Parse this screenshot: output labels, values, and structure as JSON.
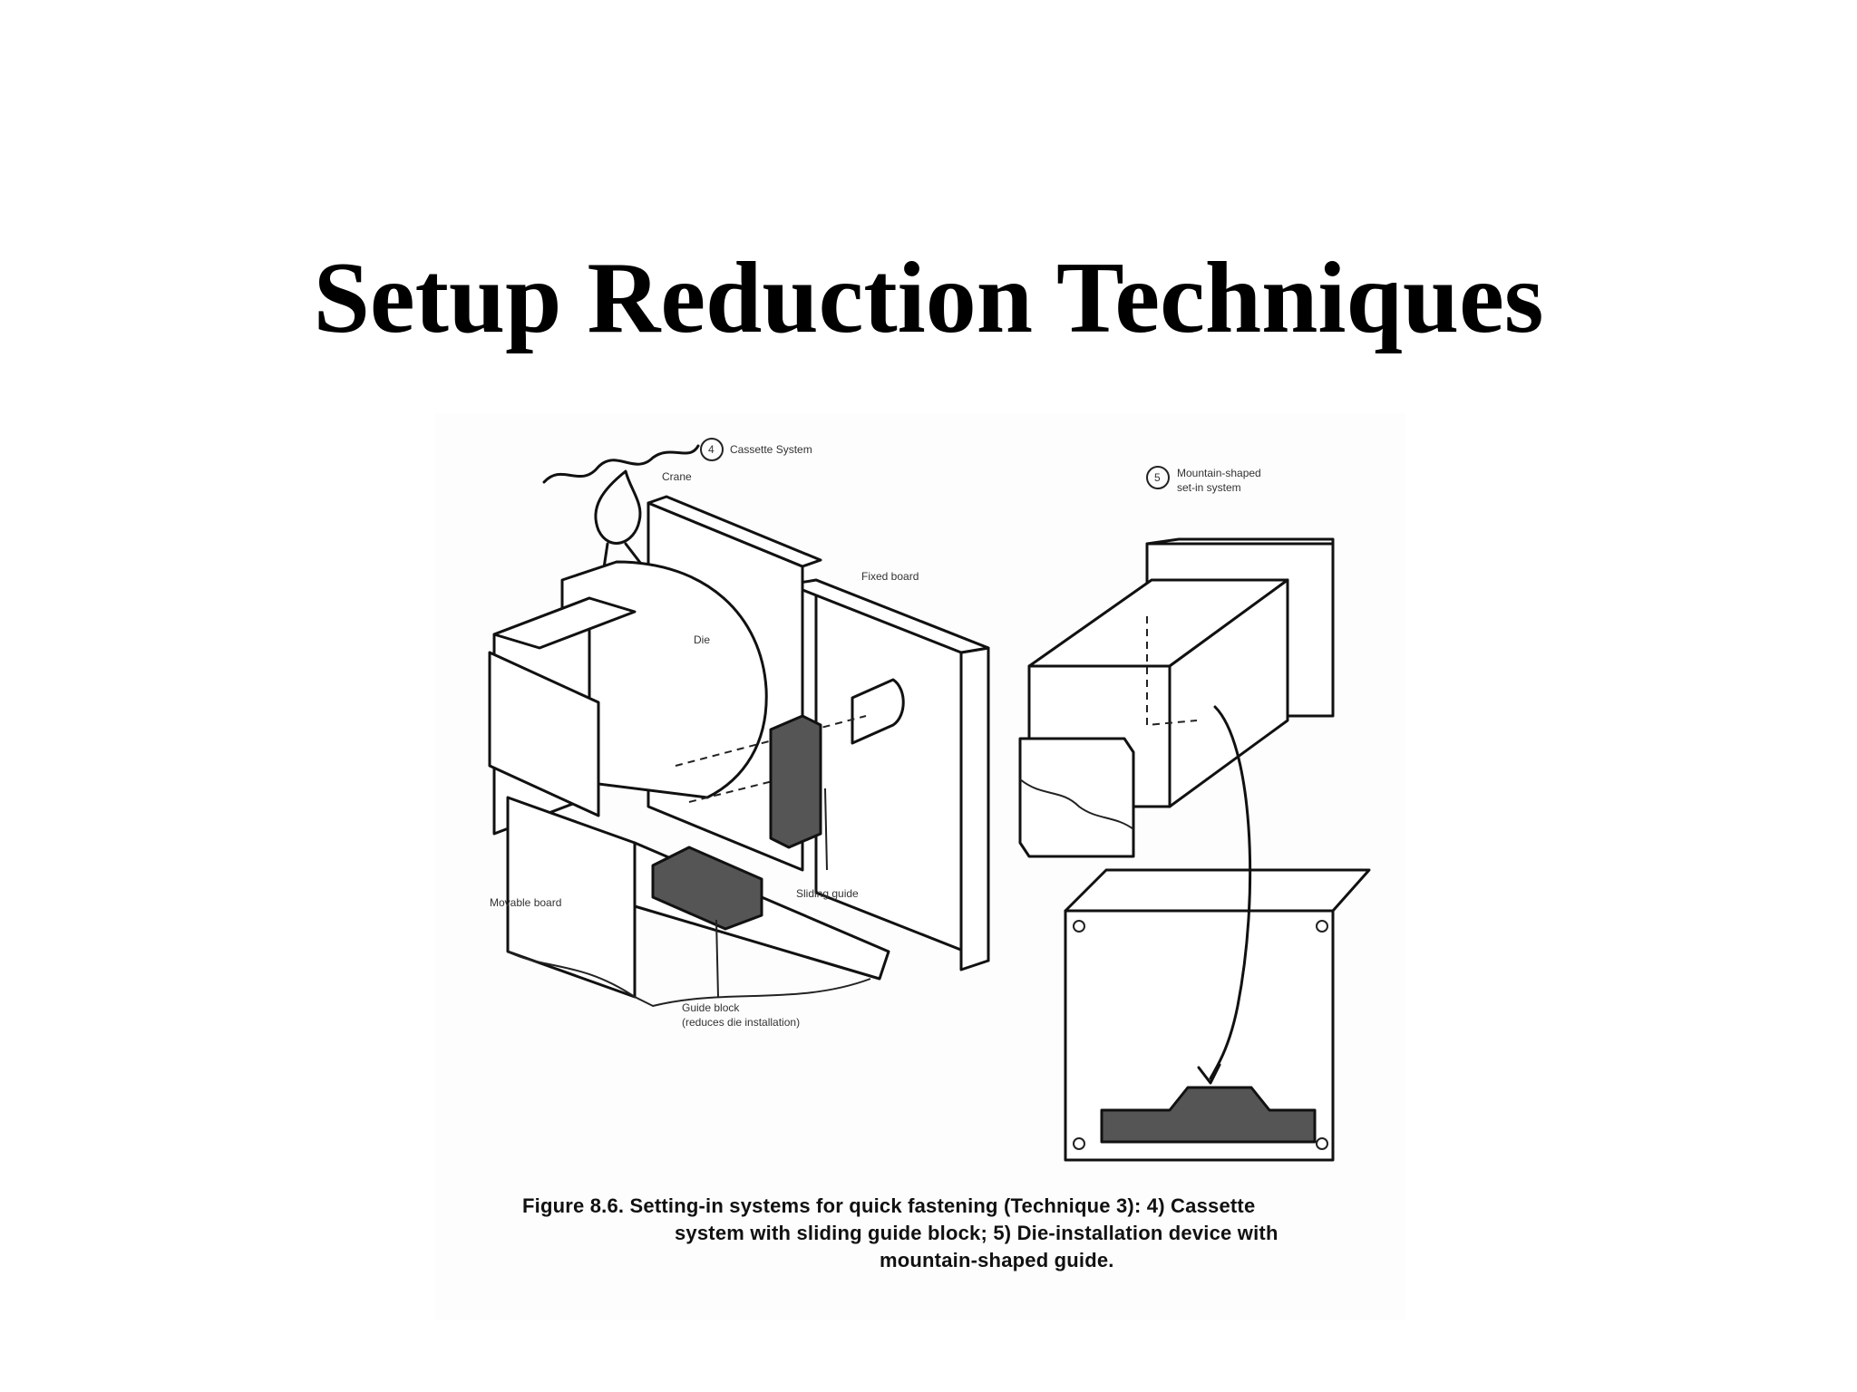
{
  "slide": {
    "title": "Setup Reduction Techniques"
  },
  "figure": {
    "labels": {
      "cassette_system": "Cassette System",
      "crane": "Crane",
      "fixed_board": "Fixed board",
      "die": "Die",
      "sliding_guide": "Sliding guide",
      "movable_board": "Movable board",
      "guide_block_line1": "Guide block",
      "guide_block_line2": "(reduces die installation)",
      "mountain_line1": "Mountain-shaped",
      "mountain_line2": "set-in system",
      "marker_4": "4",
      "marker_5": "5"
    },
    "caption": {
      "line1": "Figure 8.6. Setting-in systems for quick fastening (Technique 3): 4) Cassette",
      "line2": "system with sliding guide block; 5) Die-installation device with",
      "line3": "mountain-shaped guide."
    }
  }
}
